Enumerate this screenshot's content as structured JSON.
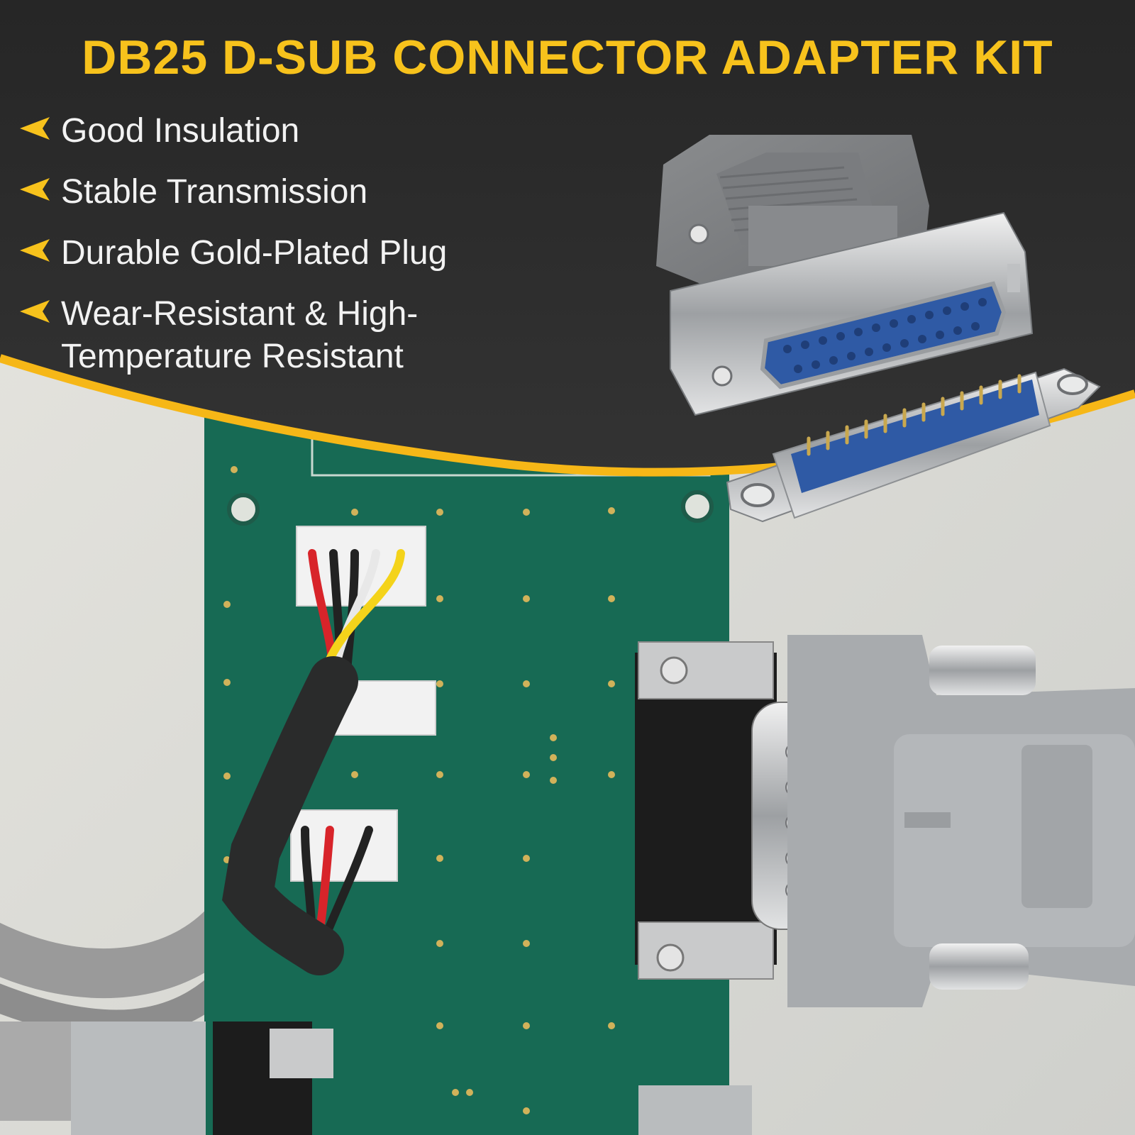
{
  "header": {
    "title": "DB25 D-SUB CONNECTOR ADAPTER KIT"
  },
  "features": [
    {
      "icon": "arrow-left-icon",
      "text": "Good Insulation"
    },
    {
      "icon": "arrow-left-icon",
      "text": "Stable Transmission"
    },
    {
      "icon": "arrow-left-icon",
      "text": "Durable Gold-Plated Plug"
    },
    {
      "icon": "arrow-left-icon",
      "text": "Wear-Resistant & High-Temperature Resistant"
    }
  ],
  "colors": {
    "banner": "#2b2b2b",
    "accent": "#f7c21c",
    "pcb": "#176a54"
  }
}
